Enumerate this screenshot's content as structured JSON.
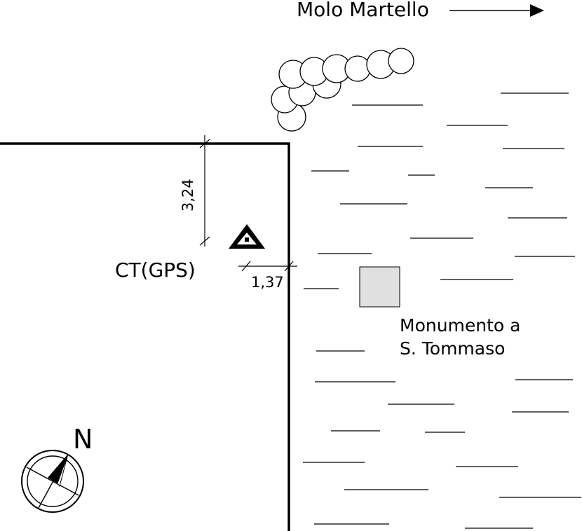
{
  "labels": {
    "destination": "Molo Martello",
    "station": "CT(GPS)",
    "monument_line1": "Monumento a",
    "monument_line2": "S. Tommaso",
    "north": "N"
  },
  "dimensions": {
    "vertical_offset": "3,24",
    "horizontal_offset": "1,37"
  },
  "icons": {
    "destination": "arrow-right-icon",
    "station": "survey-station-triangle-icon",
    "north": "compass-rose-icon",
    "monument": "square-monument-icon"
  },
  "colors": {
    "ink": "#000000",
    "monument_fill": "#e0e0e0",
    "background": "#ffffff"
  }
}
